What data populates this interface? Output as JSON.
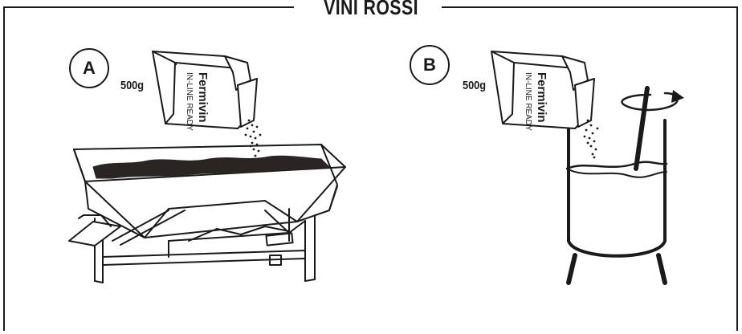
{
  "title": "VINI ROSSI",
  "panels": [
    {
      "marker": "A",
      "weight": "500g",
      "brand_line1": "Fermivin",
      "brand_line2": "IN-LINE READY"
    },
    {
      "marker": "B",
      "weight": "500g",
      "brand_line1": "Fermivin",
      "brand_line2": "IN-LINE READY"
    }
  ],
  "colors": {
    "ink": "#1a1a1a",
    "must": "#2a2422",
    "background": "#ffffff"
  },
  "icons": {
    "rotation": "rotation-arrow-icon"
  }
}
